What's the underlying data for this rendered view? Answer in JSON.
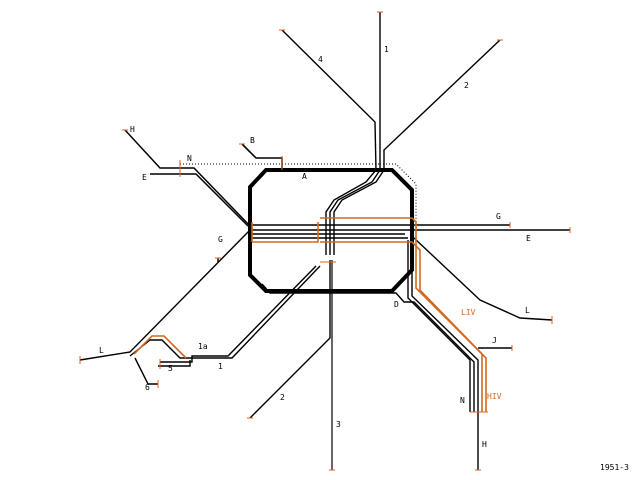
{
  "caption": "1951-3",
  "colors": {
    "line": "#000000",
    "orange": "#d2691e",
    "terminal": "#e06020",
    "background": "#ffffff"
  },
  "labels": {
    "line_1": "1",
    "line_1_lower": "1",
    "line_1a": "1a",
    "line_2_upper": "2",
    "line_2_lower": "2",
    "line_3": "3",
    "line_4": "4",
    "line_5": "5",
    "line_6": "6",
    "ring_A": "A",
    "line_B": "B",
    "line_D": "D",
    "line_E_west": "E",
    "line_E_east": "E",
    "line_G_west": "G",
    "line_G_east": "G",
    "line_H_north": "H",
    "line_H_south": "H",
    "line_J": "J",
    "line_L_west": "L",
    "line_L_east": "L",
    "line_N_north": "N",
    "line_N_south": "N",
    "line_LIV": "LIV",
    "line_HIV": "HIV"
  }
}
